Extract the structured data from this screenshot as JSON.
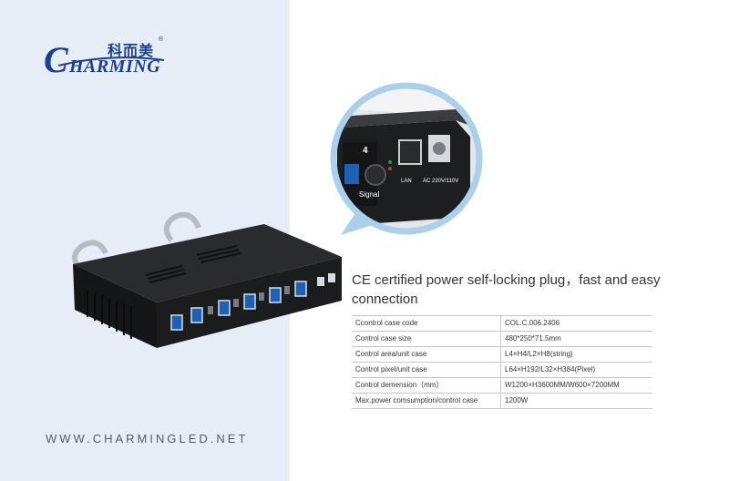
{
  "brand": {
    "cn": "科而美",
    "reg": "®",
    "c": "C",
    "rest": "HARMING"
  },
  "website": "WWW.CHARMINGLED.NET",
  "zoom_labels": {
    "number": "4",
    "signal": "Signal",
    "lan": "LAN",
    "ac": "AC 220V/110V"
  },
  "caption": "CE certified power self-locking plug，fast and easy connection",
  "specs": [
    {
      "label": "Ccontrol case code",
      "value": "COL.C.006.2406"
    },
    {
      "label": "Control case size",
      "value": "480*250*71.5mm"
    },
    {
      "label": "Control area/unit case",
      "value": "L4×H4/L2×H8(string)"
    },
    {
      "label": "Control pixel/unit case",
      "value": "L64×H192/L32×H384(Pixel)"
    },
    {
      "label": "Control demension（mm）",
      "value": "W1200×H3600MM/W600×7200MM"
    },
    {
      "label": "Max.power comsumption/control case",
      "value": "1200W"
    }
  ],
  "colors": {
    "brand": "#1b3f94",
    "panel": "#e7edf6",
    "connector": "#1e5fb8"
  }
}
